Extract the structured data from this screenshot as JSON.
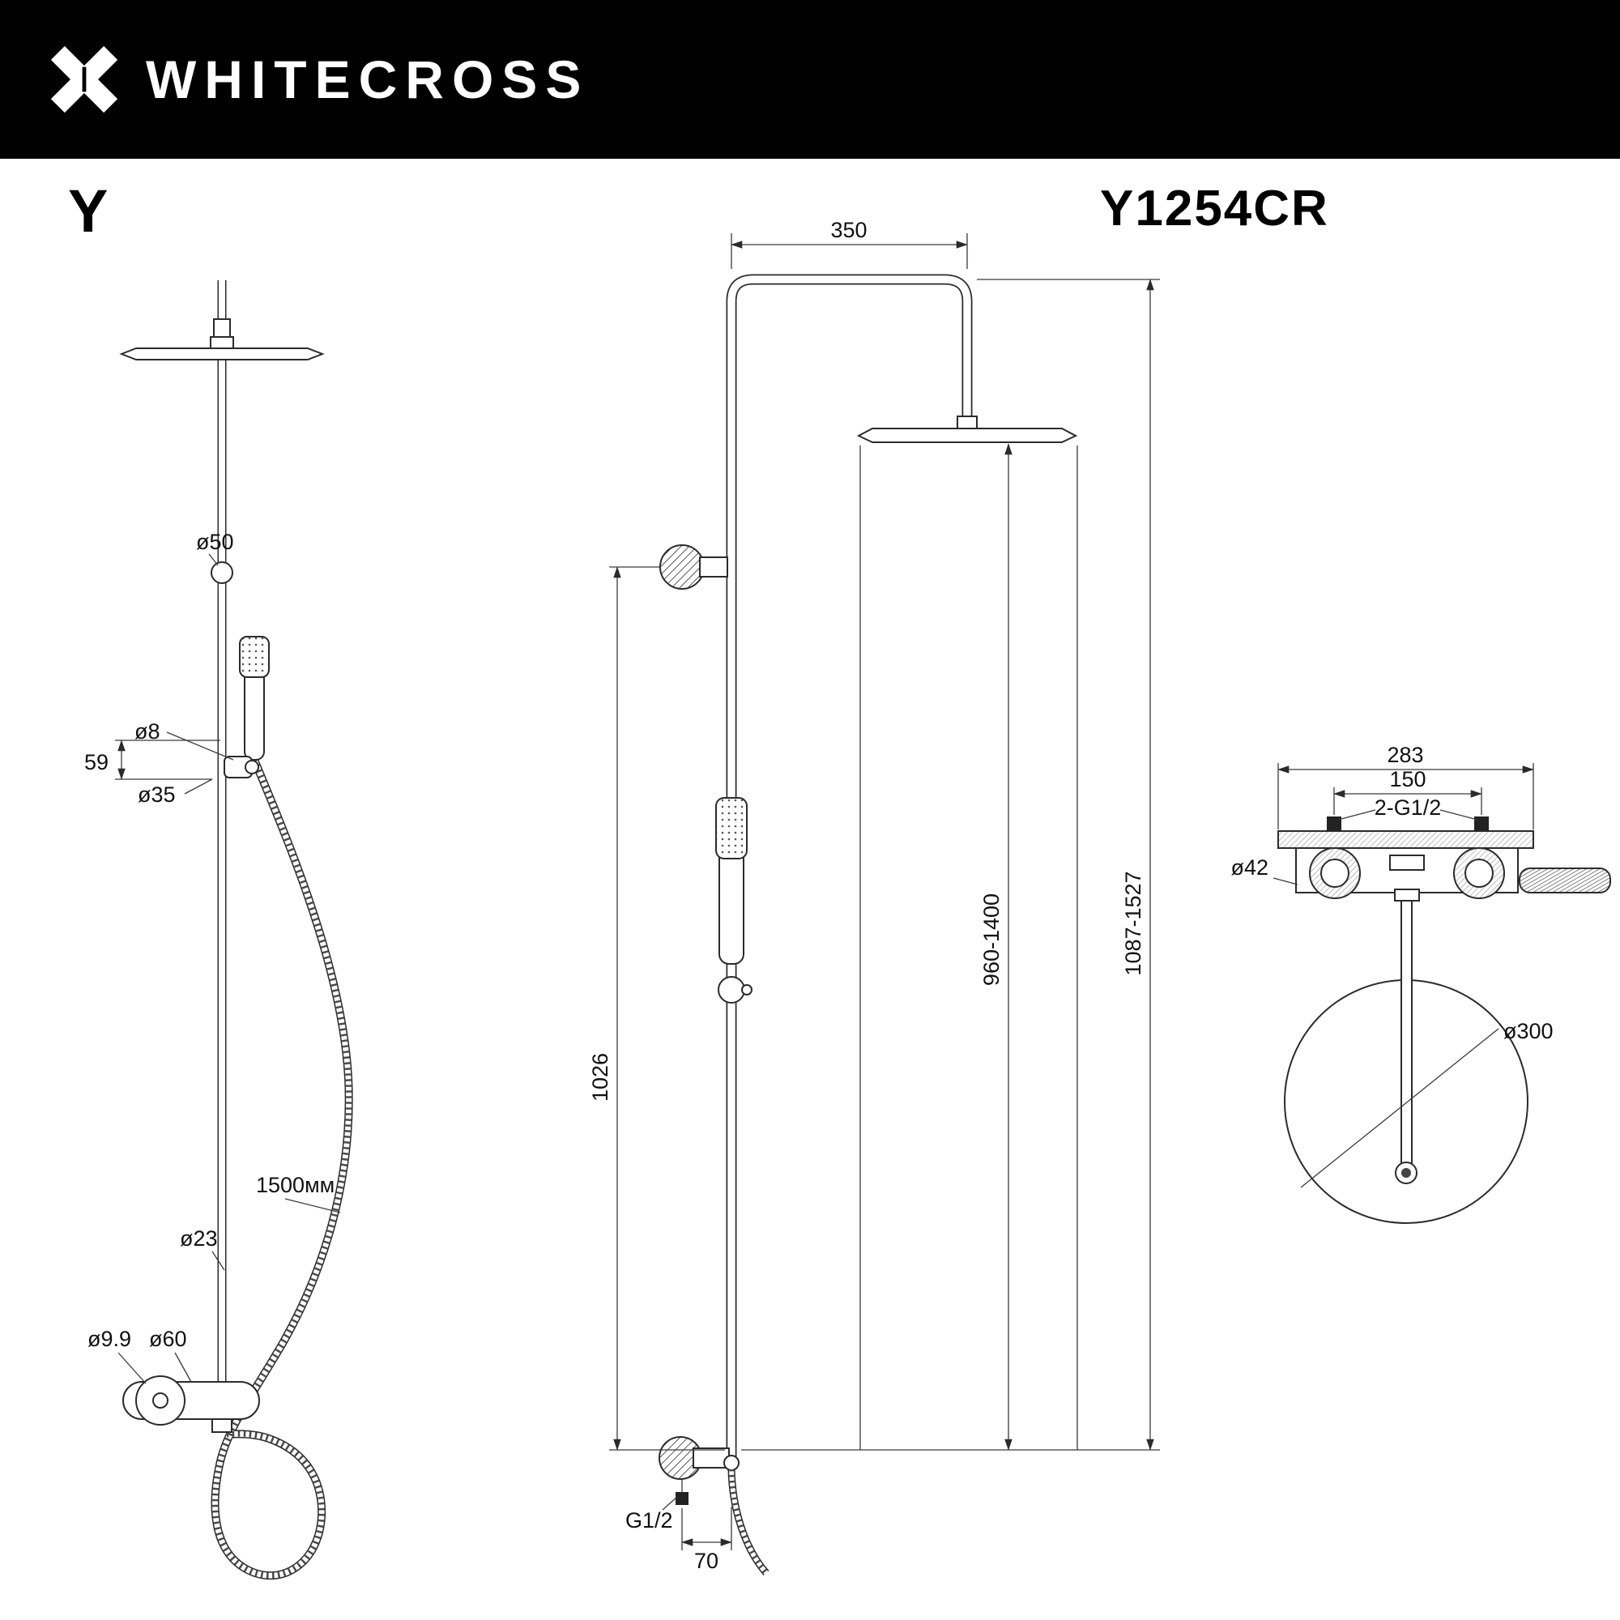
{
  "header": {
    "brand": "WHITECROSS",
    "logo_icon": "whitecross-x-logo"
  },
  "titles": {
    "series": "Y",
    "model": "Y1254CR"
  },
  "colors": {
    "header_bg": "#000000",
    "line": "#2b2b2b",
    "text": "#111111"
  },
  "side": {
    "d50": "ø50",
    "d8": "ø8",
    "h59": "59",
    "d35": "ø35",
    "hose": "1500мм",
    "d23": "ø23",
    "d9_9": "ø9.9",
    "d60": "ø60"
  },
  "front": {
    "w350": "350",
    "h1026": "1026",
    "r960": "960-1400",
    "r1087": "1087-1527",
    "g": "G1/2",
    "w70": "70"
  },
  "top": {
    "w283": "283",
    "w150": "150",
    "g2": "2-G1/2",
    "d42": "ø42",
    "d300": "ø300"
  }
}
